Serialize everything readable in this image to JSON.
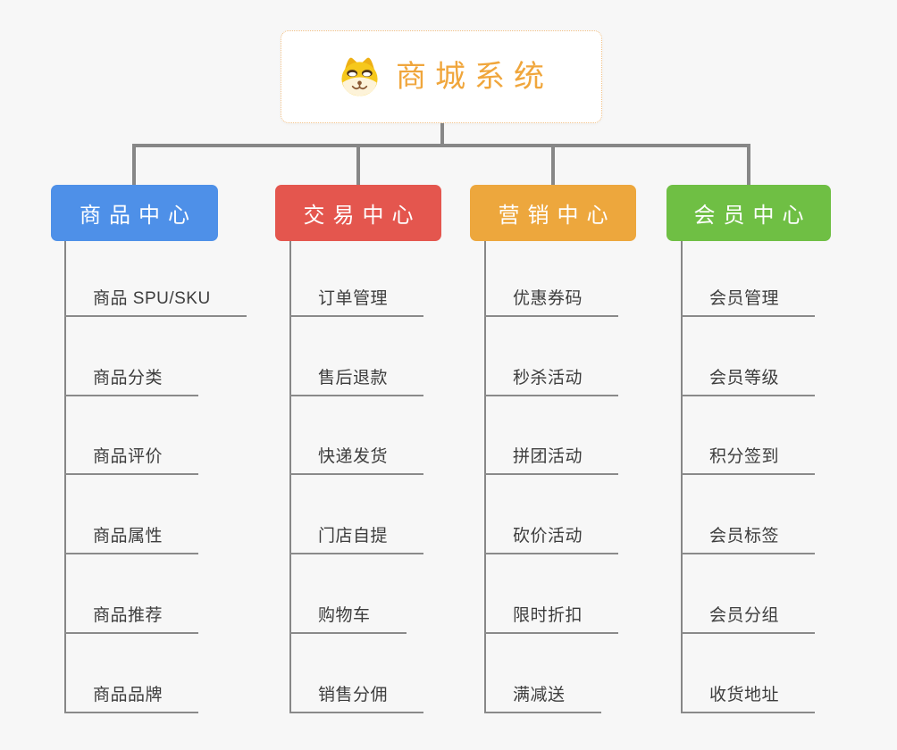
{
  "root": {
    "title": "商城系统",
    "icon": "shiba-dog-icon"
  },
  "branches": [
    {
      "label": "商品中心",
      "color": "#4e90e8",
      "items": [
        "商品 SPU/SKU",
        "商品分类",
        "商品评价",
        "商品属性",
        "商品推荐",
        "商品品牌"
      ]
    },
    {
      "label": "交易中心",
      "color": "#e4564e",
      "items": [
        "订单管理",
        "售后退款",
        "快递发货",
        "门店自提",
        "购物车",
        "销售分佣"
      ]
    },
    {
      "label": "营销中心",
      "color": "#eda73d",
      "items": [
        "优惠券码",
        "秒杀活动",
        "拼团活动",
        "砍价活动",
        "限时折扣",
        "满减送"
      ]
    },
    {
      "label": "会员中心",
      "color": "#6fbf44",
      "items": [
        "会员管理",
        "会员等级",
        "积分签到",
        "会员标签",
        "会员分组",
        "收货地址"
      ]
    }
  ],
  "theme": {
    "canvas-bg": "#f7f7f7",
    "line-color": "#878787",
    "underline-color": "#8a8a8a",
    "leaf-text": "#3d3d3d",
    "branch-text": "#ffffff",
    "root-accent": "#f0a63c",
    "root-border": "#f2c186"
  }
}
